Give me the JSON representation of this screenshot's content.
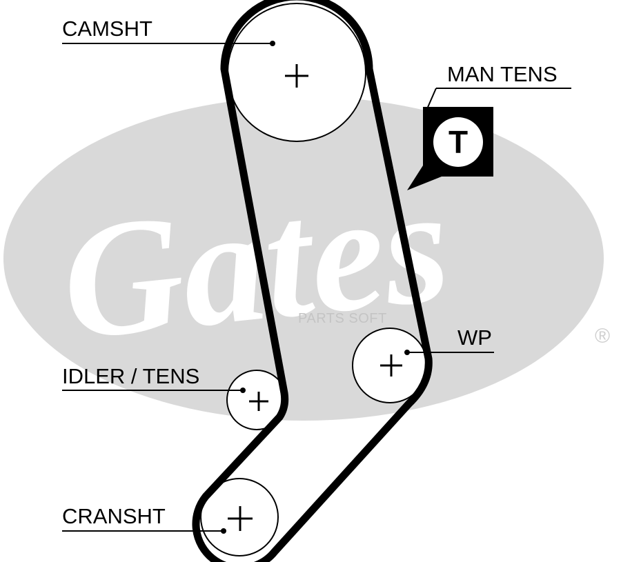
{
  "labels": {
    "camshaft": "CAMSHT",
    "manual_tensioner": "MAN TENS",
    "water_pump": "WP",
    "idler_tensioner": "IDLER / TENS",
    "crankshaft": "CRANSHT"
  },
  "tensioner_symbol": "T",
  "watermark": "PARTS SOFT",
  "logo": {
    "brand": "Gates",
    "registered_mark": "®"
  },
  "colors": {
    "logo_gray": "#d9d9d9",
    "belt": "#000000",
    "background": "#ffffff"
  }
}
